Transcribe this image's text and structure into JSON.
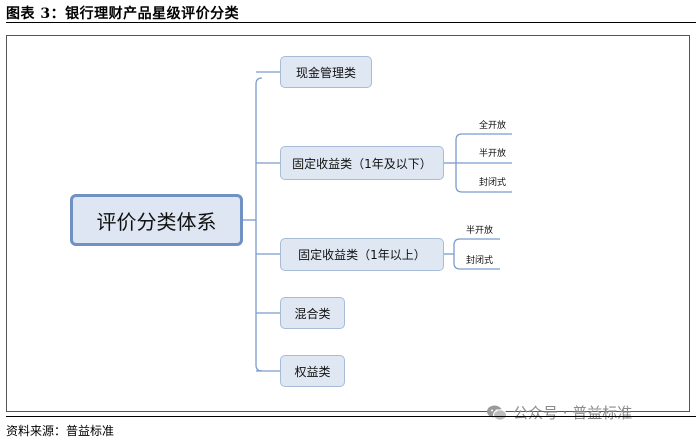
{
  "figure": {
    "title": "图表 3：银行理财产品星级评价分类",
    "source": "资料来源：普益标准"
  },
  "diagram": {
    "root": "评价分类体系",
    "branches": [
      {
        "label": "现金管理类",
        "leaves": []
      },
      {
        "label": "固定收益类（1年及以下）",
        "leaves": [
          "全开放",
          "半开放",
          "封闭式"
        ]
      },
      {
        "label": "固定收益类（1年以上）",
        "leaves": [
          "半开放",
          "封闭式"
        ]
      },
      {
        "label": "混合类",
        "leaves": []
      },
      {
        "label": "权益类",
        "leaves": []
      }
    ]
  },
  "watermark": {
    "text": "公众号 · 普益标准",
    "icon": "wechat-icon"
  },
  "colors": {
    "node_fill": "#dfe7f2",
    "node_border": "#a8bcd8",
    "root_border": "#6f92c2",
    "connector": "#7a9ccc"
  }
}
